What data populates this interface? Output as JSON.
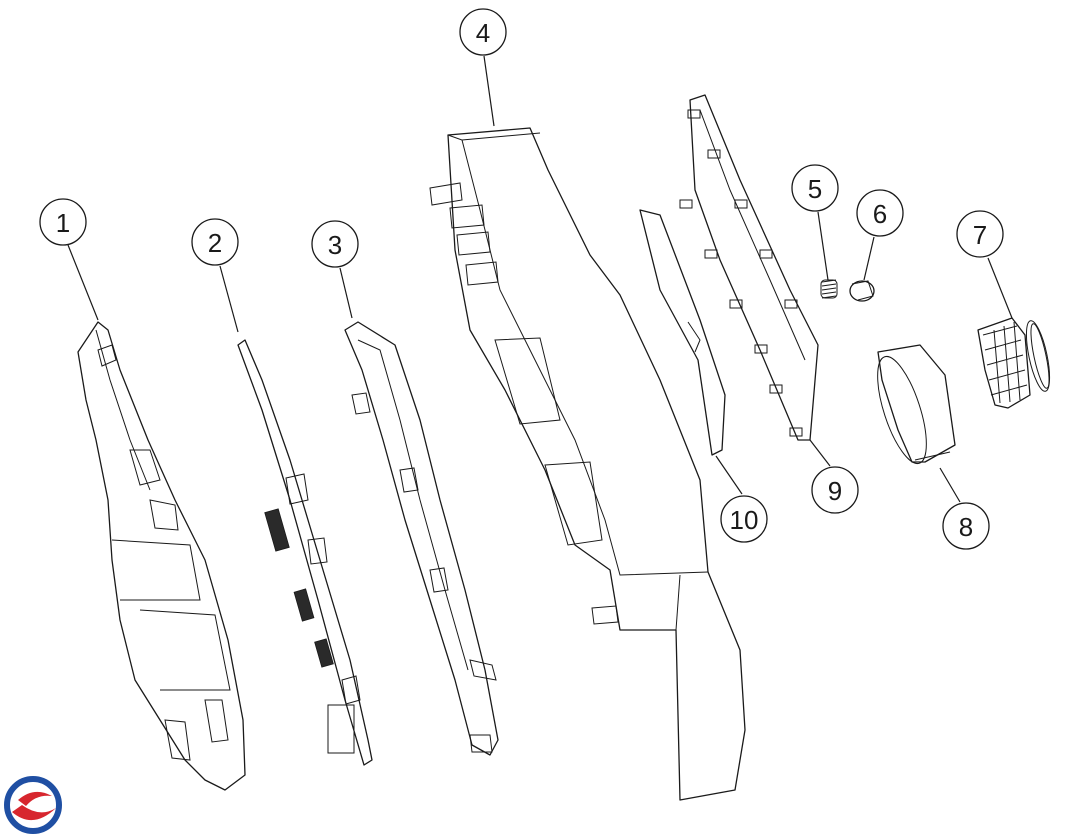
{
  "callouts": [
    "1",
    "2",
    "3",
    "4",
    "5",
    "6",
    "7",
    "8",
    "9",
    "10"
  ],
  "logo": {
    "name": "brand-logo",
    "colors": [
      "#1f4fa3",
      "#d7262e"
    ]
  }
}
